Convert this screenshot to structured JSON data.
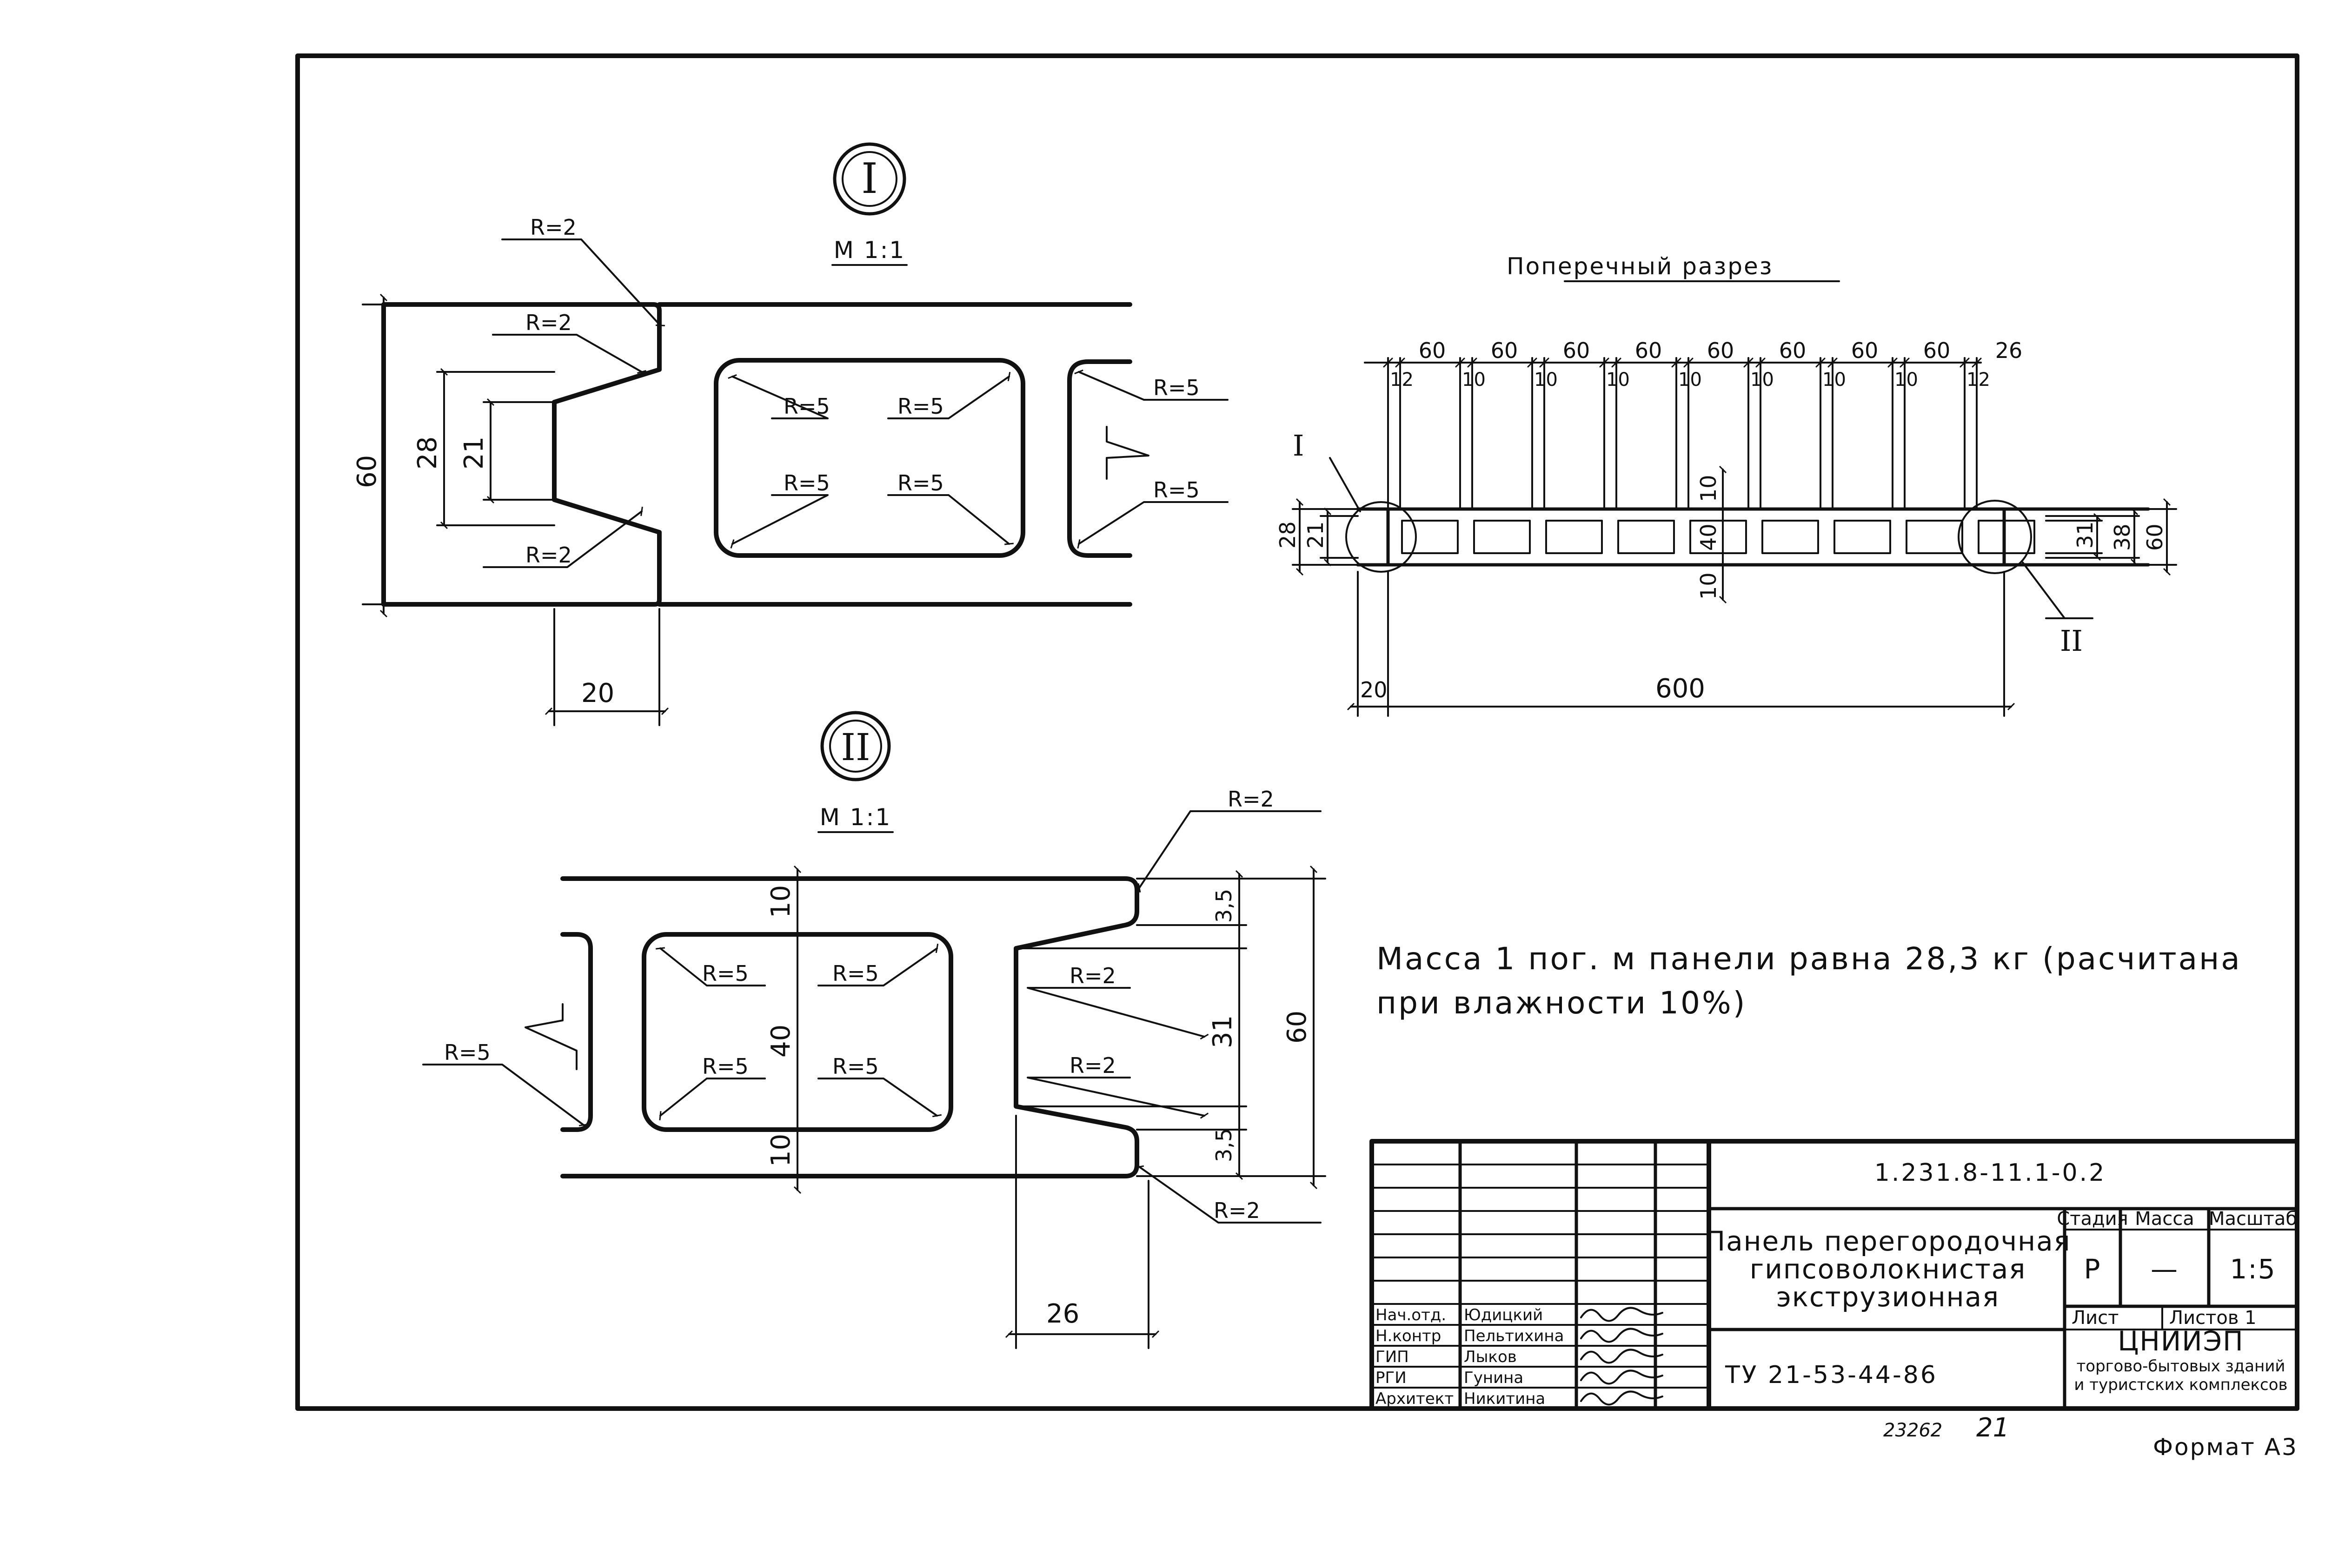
{
  "detail_I": {
    "marker": "I",
    "scale": "М 1:1",
    "radius_labels": [
      "R=2",
      "R=2",
      "R=2",
      "R=5",
      "R=5",
      "R=5",
      "R=5",
      "R=5",
      "R=5"
    ],
    "dim_labels": [
      "60",
      "28",
      "21",
      "20"
    ]
  },
  "detail_II": {
    "marker": "II",
    "scale": "М 1:1",
    "radius_labels": [
      "R=2",
      "R=2",
      "R=2",
      "R=2",
      "R=5",
      "R=5",
      "R=5",
      "R=5",
      "R=5"
    ],
    "dim_labels": [
      "10",
      "40",
      "10",
      "3,5",
      "31",
      "3,5",
      "60",
      "26"
    ]
  },
  "section": {
    "title": "Поперечный разрез",
    "top_dims": [
      "60",
      "60",
      "60",
      "60",
      "60",
      "60",
      "60",
      "60",
      "26"
    ],
    "rib_dims": [
      "12",
      "10",
      "10",
      "10",
      "10",
      "10",
      "10",
      "10",
      "12"
    ],
    "left_dims": [
      "28",
      "21"
    ],
    "inner_dims": [
      "10",
      "40",
      "10"
    ],
    "right_dims": [
      "31",
      "38",
      "60"
    ],
    "bottom_dims": [
      "20",
      "600"
    ],
    "callouts": [
      "I",
      "II"
    ]
  },
  "note": {
    "line1": "Масса 1 пог. м панели равна 28,3 кг (расчитана",
    "line2": "при влажности 10%)"
  },
  "title_block": {
    "doc_code": "1.231.8-11.1-0.2",
    "title_lines": [
      "Панель перегородочная",
      "гипсоволокнистая",
      "экструзионная"
    ],
    "spec": "ТУ 21-53-44-86",
    "stage_header": "Стадия",
    "mass_header": "Масса",
    "scale_header": "Масштаб",
    "stage_value": "Р",
    "mass_value": "—",
    "scale_value": "1:5",
    "sheet_label": "Лист",
    "sheets_label": "Листов 1",
    "org_name": "ЦНИИЭП",
    "org_line2": "торгово-бытовых зданий",
    "org_line3": "и туристских комплексов",
    "roles": [
      {
        "role": "Нач.отд.",
        "name": "Юдицкий"
      },
      {
        "role": "Н.контр",
        "name": "Пельтихина"
      },
      {
        "role": "ГИП",
        "name": "Лыков"
      },
      {
        "role": "РГИ",
        "name": "Гунина"
      },
      {
        "role": "Архитект",
        "name": "Никитина"
      }
    ]
  },
  "footer": {
    "inventory": "23262",
    "page_no": "21",
    "format": "Формат А3"
  }
}
